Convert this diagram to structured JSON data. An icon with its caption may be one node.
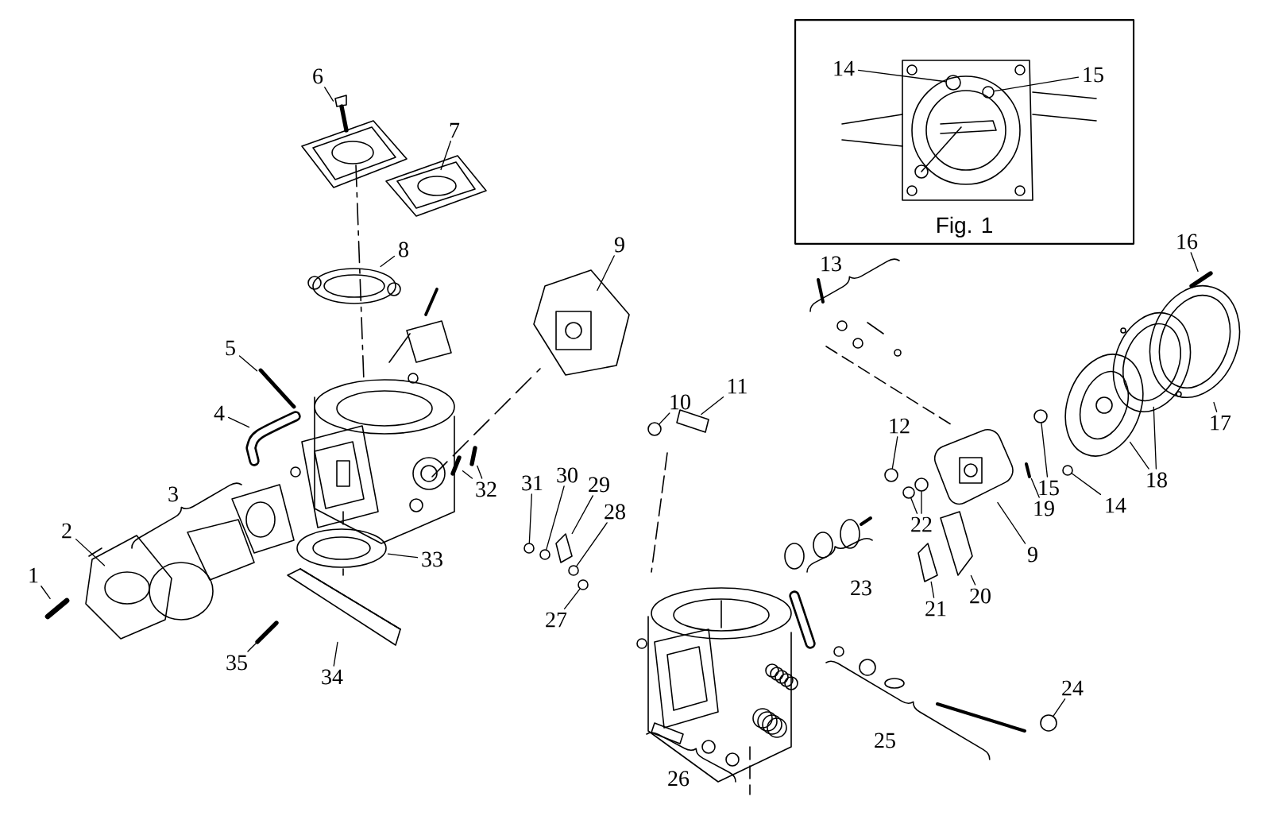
{
  "diagram": {
    "nodes": [
      {
        "text": [
          "Fig. 1"
        ]
      },
      {
        "text": [
          "14"
        ],
        "in": 0
      },
      {
        "text": [
          "15"
        ],
        "in": 0
      },
      {
        "text": [
          "6"
        ]
      },
      {
        "text": [
          "7"
        ]
      },
      {
        "text": [
          "16"
        ]
      },
      {
        "text": [
          "8"
        ]
      },
      {
        "text": [
          "9"
        ]
      },
      {
        "text": [
          "5"
        ]
      },
      {
        "text": [
          "11"
        ]
      },
      {
        "text": [
          "10"
        ]
      },
      {
        "text": [
          "4"
        ]
      },
      {
        "text": [
          "17"
        ]
      },
      {
        "text": [
          "12"
        ]
      },
      {
        "text": [
          "18"
        ]
      },
      {
        "text": [
          "15"
        ]
      },
      {
        "text": [
          "31"
        ]
      },
      {
        "text": [
          "30"
        ]
      },
      {
        "text": [
          "29"
        ]
      },
      {
        "text": [
          "32"
        ]
      },
      {
        "text": [
          "14"
        ]
      },
      {
        "text": [
          "19"
        ]
      },
      {
        "text": [
          "28"
        ]
      },
      {
        "text": [
          "22"
        ]
      },
      {
        "text": [
          "2"
        ]
      },
      {
        "text": [
          "9"
        ]
      },
      {
        "text": [
          "33"
        ]
      },
      {
        "text": [
          "1"
        ]
      },
      {
        "text": [
          "20"
        ]
      },
      {
        "text": [
          "21"
        ]
      },
      {
        "text": [
          "27"
        ]
      },
      {
        "text": [
          "35"
        ]
      },
      {
        "text": [
          "34"
        ]
      },
      {
        "text": [
          "24"
        ]
      },
      {
        "text": [],
        "shape": "circle",
        "in": 0
      },
      {
        "text": [],
        "shape": "circle",
        "in": 0
      },
      {
        "text": [],
        "shape": "picture"
      },
      {
        "text": [],
        "shape": "picture"
      },
      {
        "text": [],
        "shape": "picture"
      },
      {
        "text": [],
        "shape": "picture"
      },
      {
        "text": [],
        "shape": "picture"
      },
      {
        "text": [],
        "shape": "picture"
      },
      {
        "text": [],
        "shape": "picture"
      },
      {
        "text": [],
        "shape": "circle"
      },
      {
        "text": [],
        "shape": "picture"
      },
      {
        "text": [],
        "shape": "picture"
      },
      {
        "text": [],
        "shape": "circle"
      },
      {
        "text": [],
        "shape": "picture"
      },
      {
        "text": [],
        "shape": "picture"
      },
      {
        "text": [],
        "shape": "circle"
      },
      {
        "text": [],
        "shape": "circle"
      },
      {
        "text": [],
        "shape": "circle"
      },
      {
        "text": [],
        "shape": "picture"
      },
      {
        "text": [],
        "shape": "picture"
      },
      {
        "text": [],
        "shape": "picture"
      },
      {
        "text": [],
        "shape": "circle"
      },
      {
        "text": [],
        "shape": "picture"
      },
      {
        "text": [],
        "shape": "circle"
      },
      {
        "text": [],
        "shape": "circle"
      },
      {
        "text": [],
        "shape": "circle"
      },
      {
        "text": [],
        "shape": "picture"
      },
      {
        "text": [],
        "shape": "picture"
      },
      {
        "text": [],
        "shape": "picture"
      },
      {
        "text": [],
        "shape": "picture"
      },
      {
        "text": [],
        "shape": "picture"
      },
      {
        "text": [],
        "shape": "picture"
      },
      {
        "text": [],
        "shape": "circle"
      },
      {
        "text": [],
        "shape": "picture"
      },
      {
        "text": [],
        "shape": "picture"
      },
      {
        "text": [],
        "shape": "circle"
      }
    ],
    "edges": [
      {
        "from": 1,
        "to": 34,
        "arrow": "none"
      },
      {
        "from": 2,
        "to": 35,
        "arrow": "none"
      },
      {
        "from": 3,
        "to": 36,
        "arrow": "none"
      },
      {
        "from": 4,
        "to": 37,
        "arrow": "none"
      },
      {
        "from": 5,
        "to": 38,
        "arrow": "none"
      },
      {
        "from": 6,
        "to": 39,
        "arrow": "none"
      },
      {
        "from": 7,
        "to": 40,
        "arrow": "none"
      },
      {
        "from": 8,
        "to": 41,
        "arrow": "none"
      },
      {
        "from": 9,
        "to": 42,
        "arrow": "none"
      },
      {
        "from": 10,
        "to": 43,
        "arrow": "none"
      },
      {
        "from": 11,
        "to": 44,
        "arrow": "none"
      },
      {
        "from": 12,
        "to": 45,
        "arrow": "none"
      },
      {
        "from": 13,
        "to": 46,
        "arrow": "none"
      },
      {
        "from": 14,
        "to": 47,
        "arrow": "none"
      },
      {
        "from": 14,
        "to": 48,
        "arrow": "none"
      },
      {
        "from": 15,
        "to": 49,
        "arrow": "none"
      },
      {
        "from": 16,
        "to": 50,
        "arrow": "none"
      },
      {
        "from": 17,
        "to": 51,
        "arrow": "none"
      },
      {
        "from": 18,
        "to": 52,
        "arrow": "none"
      },
      {
        "from": 19,
        "to": 53,
        "arrow": "none"
      },
      {
        "from": 19,
        "to": 54,
        "arrow": "none"
      },
      {
        "from": 20,
        "to": 55,
        "arrow": "none"
      },
      {
        "from": 21,
        "to": 56,
        "arrow": "none"
      },
      {
        "from": 22,
        "to": 57,
        "arrow": "none"
      },
      {
        "from": 23,
        "to": 58,
        "arrow": "none"
      },
      {
        "from": 23,
        "to": 59,
        "arrow": "none"
      },
      {
        "from": 24,
        "to": 60,
        "arrow": "none"
      },
      {
        "from": 25,
        "to": 61,
        "arrow": "none"
      },
      {
        "from": 26,
        "to": 62,
        "arrow": "none"
      },
      {
        "from": 27,
        "to": 63,
        "arrow": "none"
      },
      {
        "from": 28,
        "to": 64,
        "arrow": "none"
      },
      {
        "from": 29,
        "to": 65,
        "arrow": "none"
      },
      {
        "from": 30,
        "to": 66,
        "arrow": "none"
      },
      {
        "from": 31,
        "to": 67,
        "arrow": "none"
      },
      {
        "from": 32,
        "to": 68,
        "arrow": "none"
      },
      {
        "from": 33,
        "to": 69,
        "arrow": "none"
      }
    ],
    "labels": [
      "13",
      "3",
      "23",
      "25",
      "26"
    ]
  }
}
